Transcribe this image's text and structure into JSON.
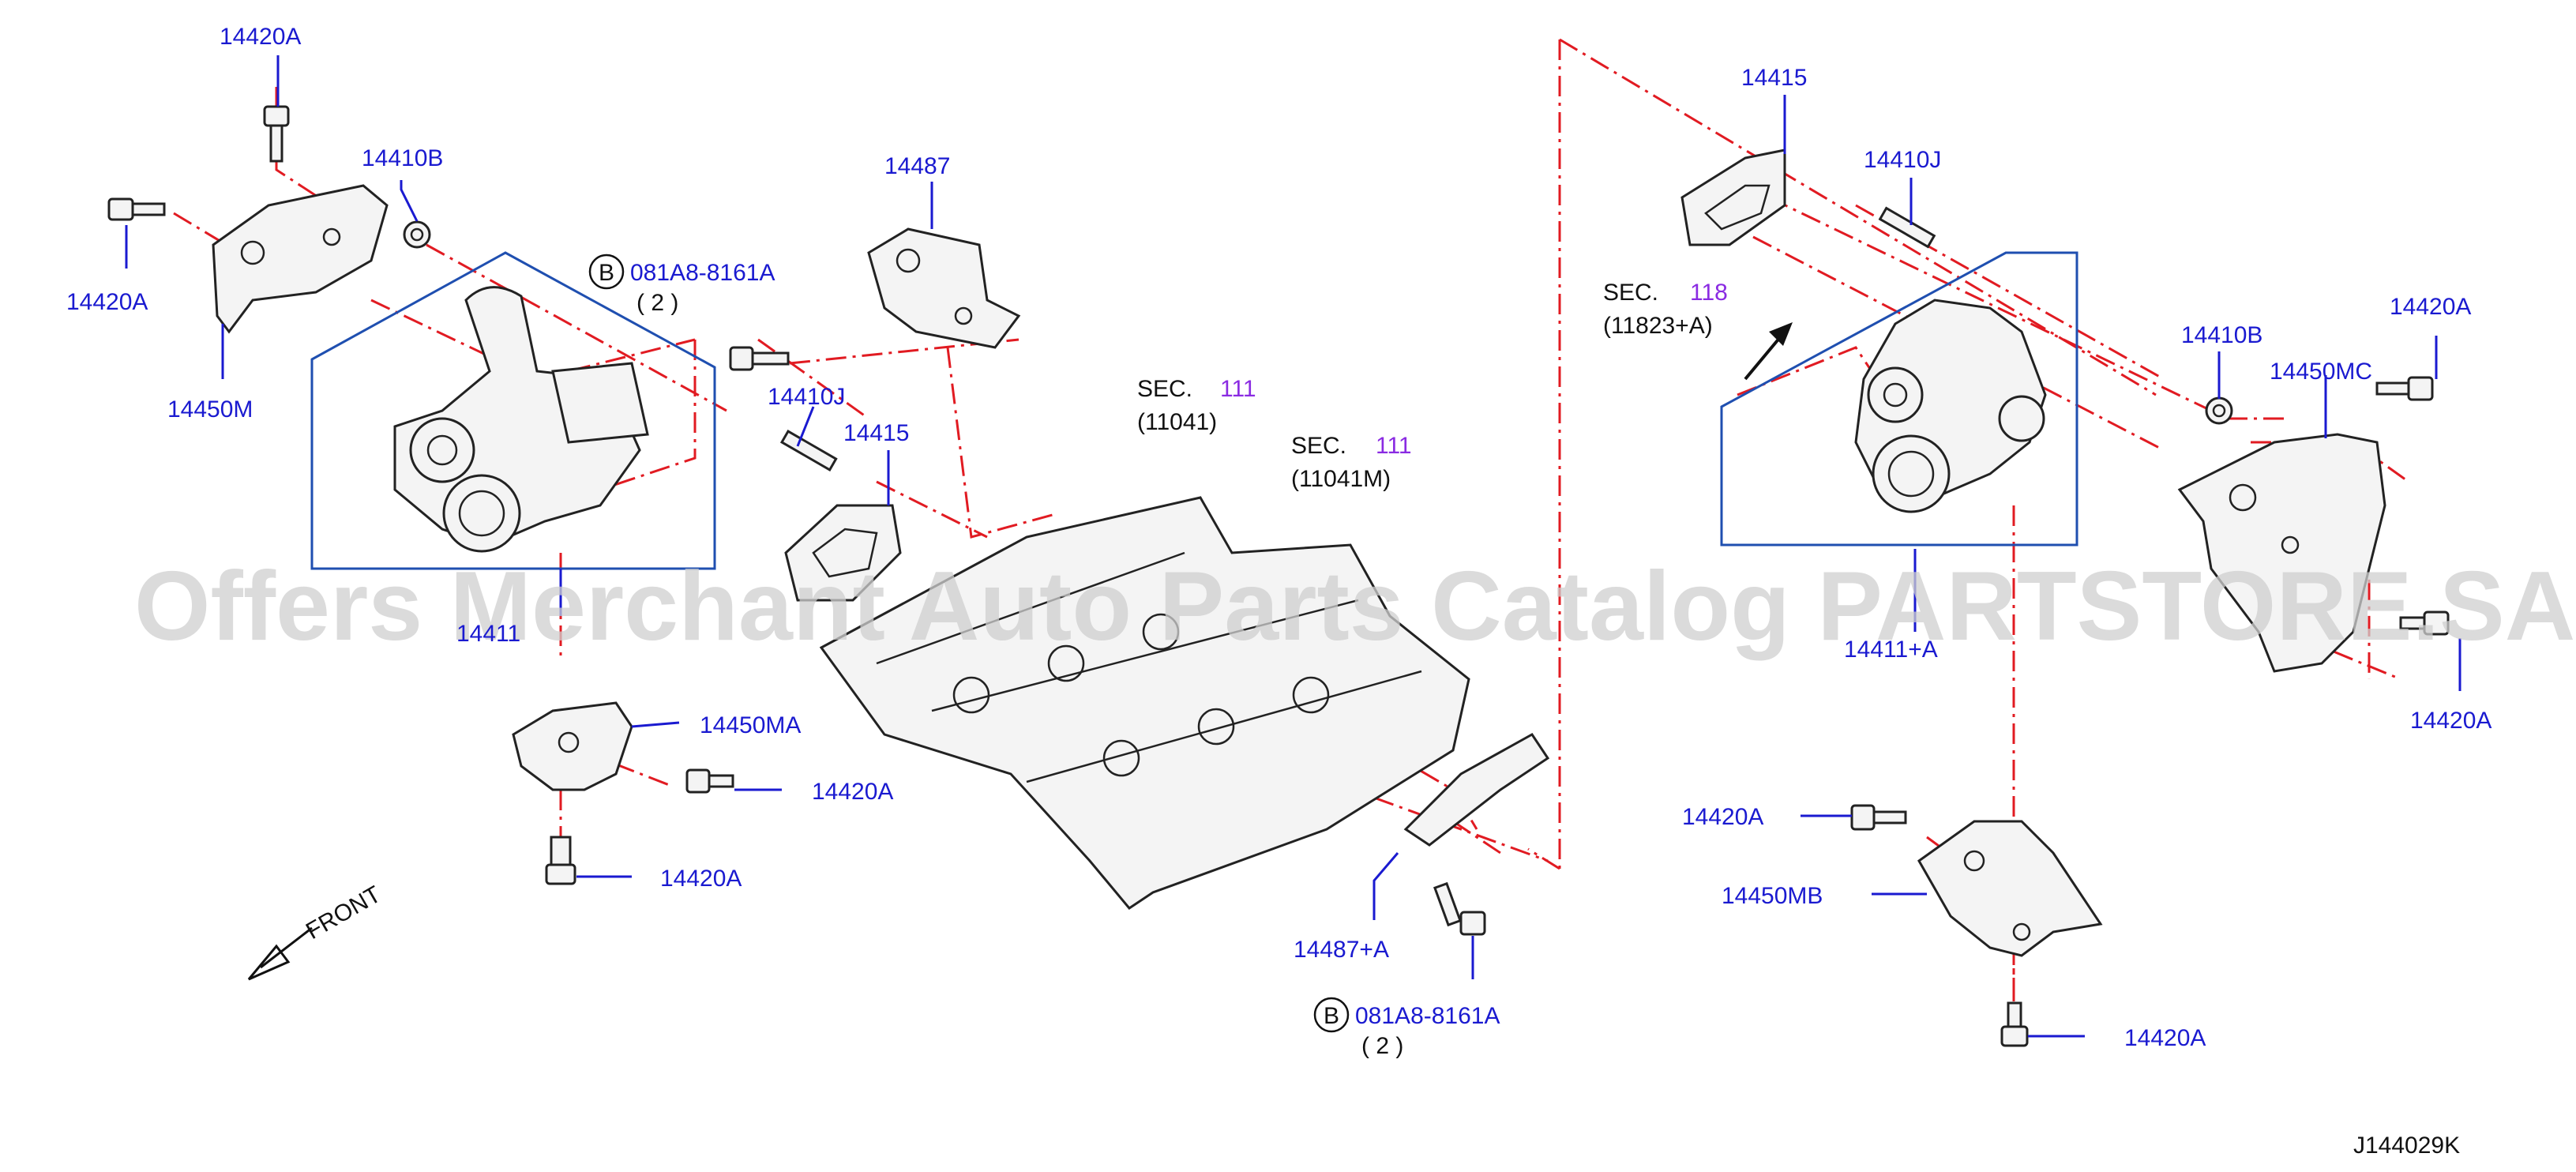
{
  "watermark": "Offers Merchant Auto Parts Catalog PARTSTORE.SA",
  "diagram_code": "J144029K",
  "front_label": "FRONT",
  "sec_refs": [
    {
      "prefix": "SEC.",
      "num": "111",
      "sub": "(11041)"
    },
    {
      "prefix": "SEC.",
      "num": "111",
      "sub": "(11041M)"
    },
    {
      "prefix": "SEC.",
      "num": "118",
      "sub": "(11823+A)"
    }
  ],
  "bolt_refs": [
    {
      "badge": "B",
      "part": "081A8-8161A",
      "qty": "( 2 )"
    },
    {
      "badge": "B",
      "part": "081A8-8161A",
      "qty": "( 2 )"
    }
  ],
  "labels": {
    "l1": "14420A",
    "l2": "14410B",
    "l3": "14420A",
    "l4": "14450M",
    "l5": "14487",
    "l6": "14410J",
    "l7": "14415",
    "l8": "14411",
    "l9": "14450MA",
    "l10": "14420A",
    "l11": "14420A",
    "l12": "14487+A",
    "l13": "14415",
    "l14": "14410J",
    "l15": "14410B",
    "l16": "14420A",
    "l17": "14450MC",
    "l18": "14411+A",
    "l19": "14420A",
    "l20": "14420A",
    "l21": "14450MB",
    "l22": "14420A"
  }
}
